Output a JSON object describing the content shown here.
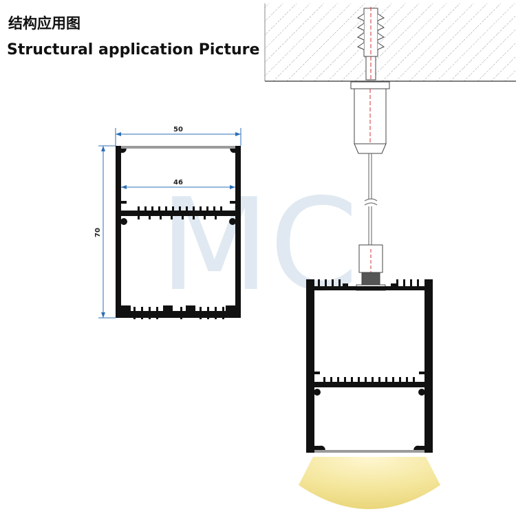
{
  "title_cn": "结构应用图",
  "title_en": "Structural application Picture",
  "watermark": "MC",
  "dimensions": {
    "outer_width": "50",
    "inner_width": "46",
    "height": "70"
  },
  "colors": {
    "profile": "#111111",
    "dimension_line": "#2b6fb5",
    "ceiling_hatch": "#9a9a9a",
    "wire": "#777777",
    "light_glow": "#f3e9a6",
    "bolt_red": "#d23030",
    "watermark": "#dbe6ef"
  }
}
